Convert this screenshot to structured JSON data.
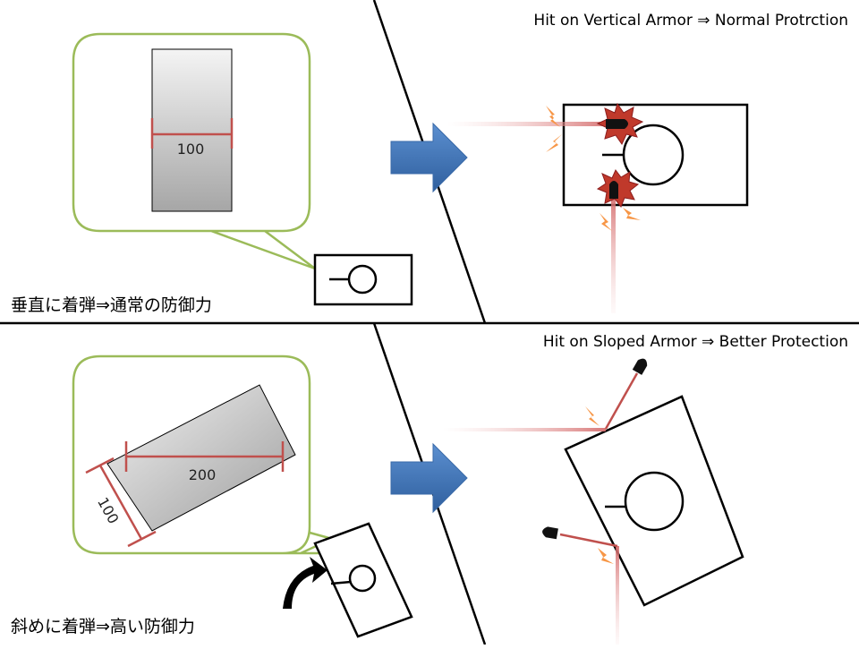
{
  "top_panel": {
    "caption_en": "Hit on Vertical Armor ⇒ Normal Protrction",
    "caption_jp": "垂直に着弾⇒通常の防御力",
    "thickness_label": "100"
  },
  "bottom_panel": {
    "caption_en": "Hit on Sloped Armor ⇒ Better Protection",
    "caption_jp": "斜めに着弾⇒高い防御力",
    "thickness_label": "100",
    "effective_label": "200"
  },
  "colors": {
    "callout_border": "#9bbb59",
    "dimension_line": "#c0504d",
    "arrow_fill": "#4f81bd",
    "trail": "#e6a0a0",
    "spark": "#f79646",
    "explosion": "#c0392b"
  }
}
